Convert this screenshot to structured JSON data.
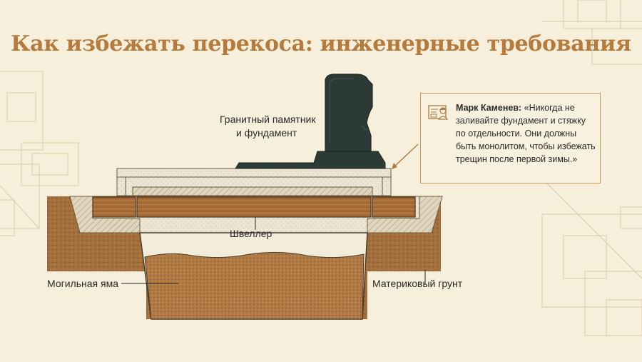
{
  "title": "Как избежать перекоса: инженерные требования",
  "labels": {
    "monument": [
      "Гранитный памятник",
      "и фундамент"
    ],
    "channel": "Швеллер",
    "grave_pit": "Могильная яма",
    "native_soil": "Материковый грунт"
  },
  "quote": {
    "author": "Марк Каменев:",
    "text": "«Никогда не заливайте фундамент и стяжку по отдельности. Они должны быть монолитом, чтобы избежать трещин после первой зимы.»"
  },
  "icons": [
    "blueprint-worker-icon"
  ],
  "colors": {
    "background": "#f6efdc",
    "title": "#b77a3a",
    "soil": "#9a6a3a",
    "granite": "#2c3a35",
    "concrete": "#ebe4d2",
    "channel": "#a56a34",
    "accent_border": "#c99a5b"
  }
}
